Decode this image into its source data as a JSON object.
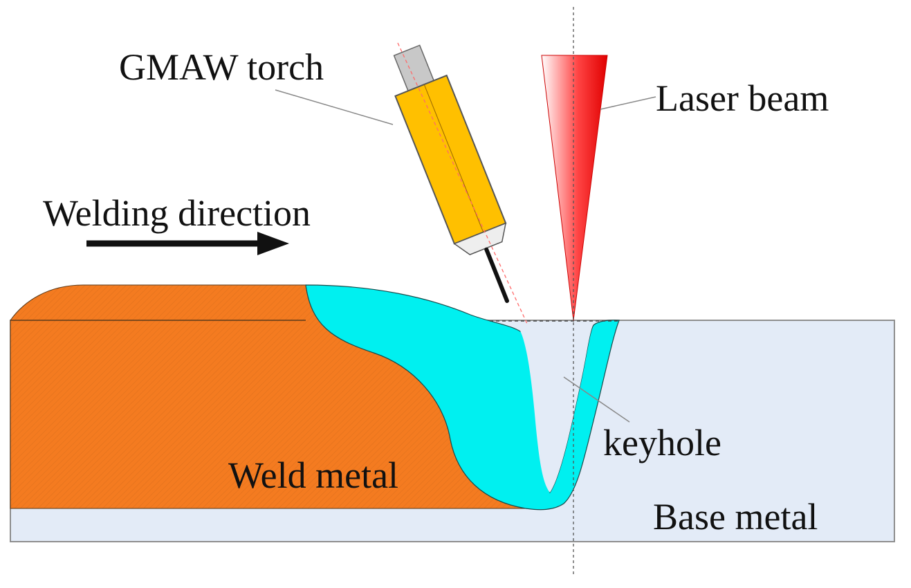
{
  "labels": {
    "gmaw_torch": "GMAW torch",
    "laser_beam": "Laser beam",
    "welding_direction": "Welding direction",
    "keyhole": "keyhole",
    "weld_metal": "Weld metal",
    "base_metal": "Base metal"
  },
  "colors": {
    "weld_metal": "#f47b20",
    "weld_pool": "#00f0f0",
    "base_metal": "#e3ebf7",
    "torch_body": "#ffc000",
    "torch_cap": "#c8c8c8",
    "laser": "#ee1111",
    "outline": "#5a5a5a",
    "axis_line": "#ff6a6a"
  },
  "icons": {
    "direction_arrow": "arrow-right-icon"
  }
}
